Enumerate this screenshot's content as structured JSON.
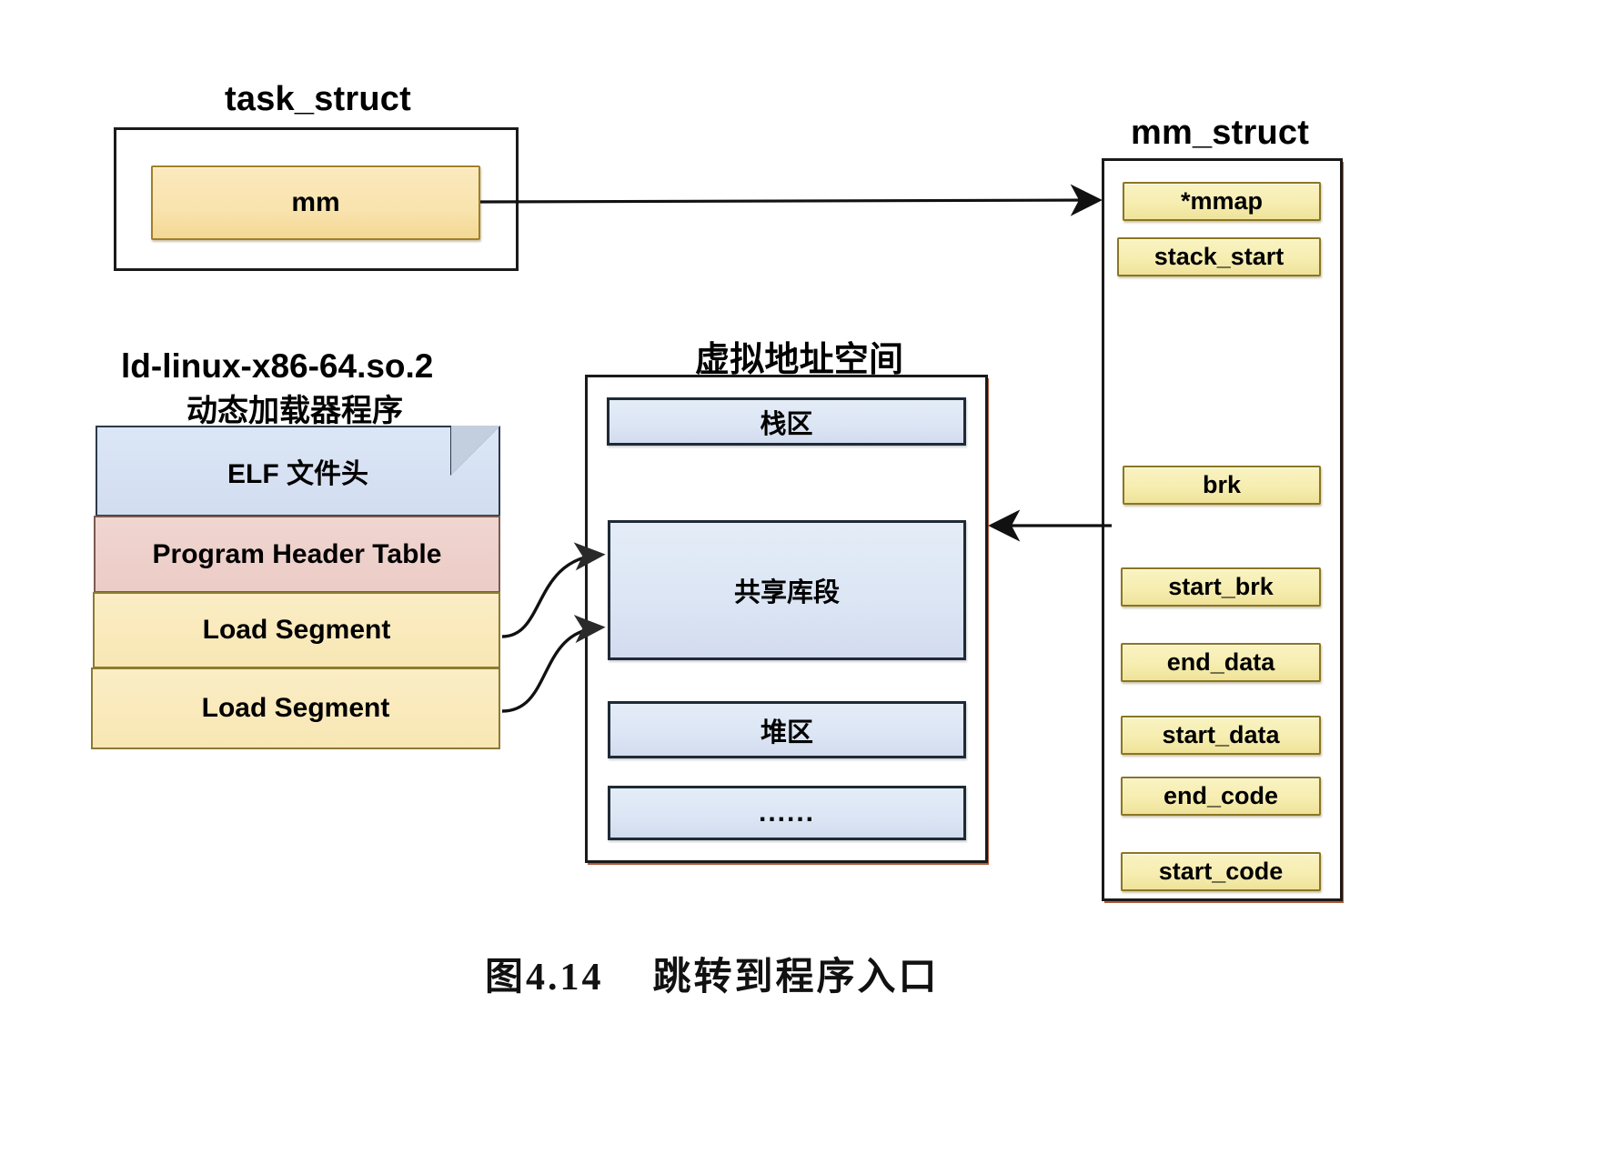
{
  "figure": {
    "caption": "图4.14    跳转到程序入口"
  },
  "task_struct": {
    "title": "task_struct",
    "fields": [
      {
        "label": "mm"
      }
    ]
  },
  "mm_struct": {
    "title": "mm_struct",
    "fields": [
      {
        "label": "*mmap"
      },
      {
        "label": "stack_start"
      },
      {
        "label": "brk"
      },
      {
        "label": "start_brk"
      },
      {
        "label": "end_data"
      },
      {
        "label": "start_data"
      },
      {
        "label": "end_code"
      },
      {
        "label": "start_code"
      }
    ]
  },
  "loader": {
    "title_line1": "ld-linux-x86-64.so.2",
    "title_line2": "动态加载器程序",
    "layers": [
      {
        "label": "ELF 文件头"
      },
      {
        "label": "Program Header Table"
      },
      {
        "label": "Load Segment"
      },
      {
        "label": "Load Segment"
      }
    ]
  },
  "virtual_address_space": {
    "title": "虚拟地址空间",
    "regions": [
      {
        "label": "栈区"
      },
      {
        "label": "共享库段"
      },
      {
        "label": "堆区"
      },
      {
        "label": "......"
      }
    ]
  },
  "connections": [
    {
      "name": "mm-to-mm-struct",
      "from": "task_struct.mm",
      "to": "mm_struct"
    },
    {
      "name": "mm-struct-to-shared-lib",
      "from": "mm_struct",
      "to": "virtual_address_space.shared-lib"
    },
    {
      "name": "load-segment-1-to-shared-lib",
      "from": "loader.load_segment_1",
      "to": "virtual_address_space.shared-lib"
    },
    {
      "name": "load-segment-2-to-shared-lib",
      "from": "loader.load_segment_2",
      "to": "virtual_address_space.shared-lib"
    }
  ],
  "colors": {
    "chip_fill": "#f6edb0",
    "chip_stroke": "#8a7624",
    "region_fill": "#dbe5f4",
    "region_stroke": "#1e2a35",
    "elf_header_fill": "#d2ddf0",
    "pht_fill": "#ecccc6",
    "load_fill": "#f8e7b4",
    "box_stroke": "#1a1a1a",
    "accent_warm": "#a03c19"
  }
}
